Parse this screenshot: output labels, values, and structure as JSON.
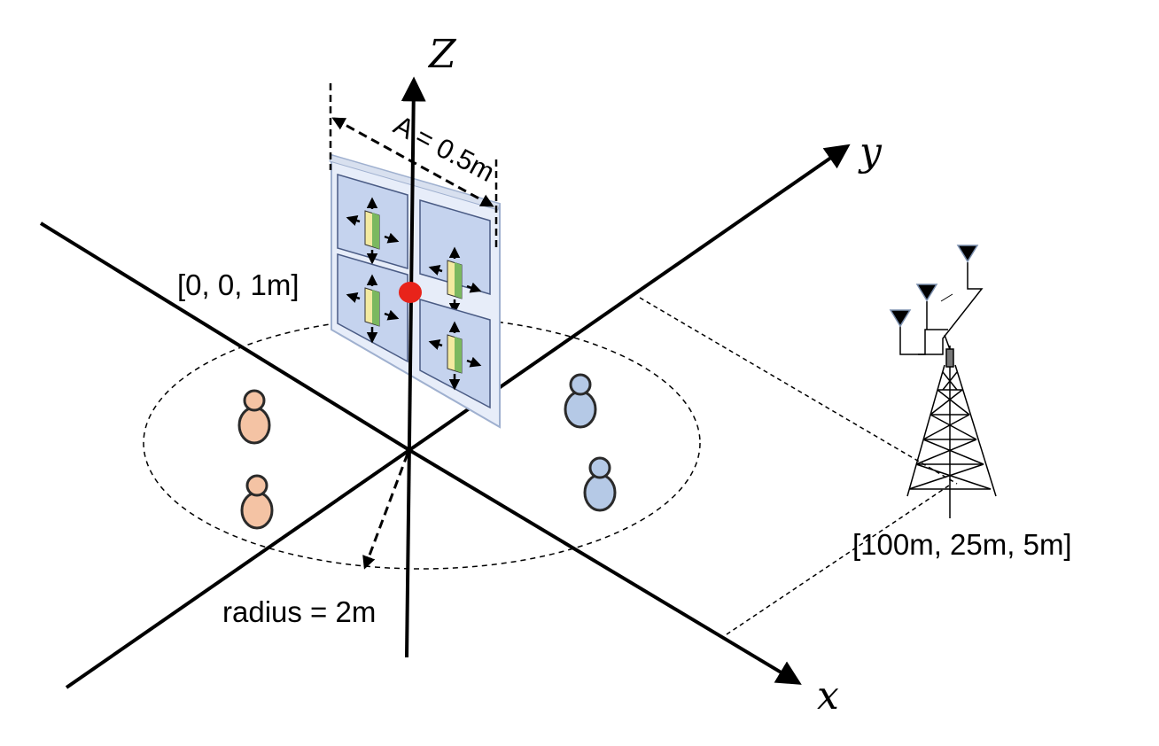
{
  "axes": {
    "z_label": "Z",
    "y_label": "y",
    "x_label": "x"
  },
  "ris": {
    "aperture_label": "A = 0.5m",
    "center_label": "[0, 0, 1m]",
    "element_count": 4,
    "center_dot_color": "#e8231a"
  },
  "users": {
    "radius_label": "radius = 2m",
    "orange_users": 2,
    "blue_users": 2
  },
  "base_station": {
    "position_label": "[100m, 25m, 5m]",
    "antenna_icon": "antenna-array-icon",
    "tower_icon": "cell-tower-icon"
  },
  "colors": {
    "panel_fill": "#c5d3ee",
    "user_orange": "#f4c3a4",
    "user_blue": "#b5c9e6"
  }
}
